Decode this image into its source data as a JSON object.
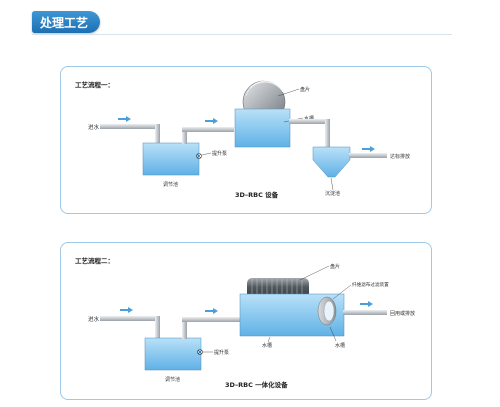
{
  "header": {
    "title": "处理工艺"
  },
  "process1": {
    "title": "工艺流程一：",
    "labels": {
      "inflow": "进水",
      "pump": "提升泵",
      "tank": "调节池",
      "disc": "盘片",
      "trough": "水槽",
      "clarifier": "沉淀池",
      "outflow": "达标排放",
      "caption": "3D–RBC 设备"
    }
  },
  "process2": {
    "title": "工艺流程二：",
    "labels": {
      "inflow": "进水",
      "pump": "提升泵",
      "tank": "调节池",
      "disc": "盘片",
      "trough": "水槽",
      "filter": "纤维滤布过滤装置",
      "trough2": "水槽",
      "outflow": "回用或排放",
      "caption": "3D–RBC 一体化设备"
    }
  },
  "colors": {
    "accent": "#1c6fb3",
    "water": "#7ec3ee",
    "pipe": "#c9ced3",
    "arrow": "#4a9fd8"
  }
}
